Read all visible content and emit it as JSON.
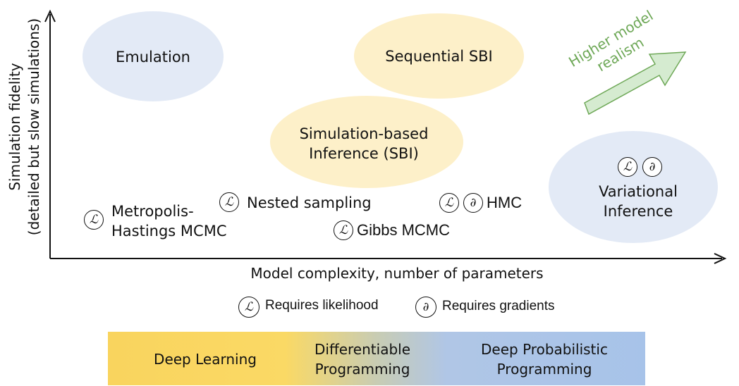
{
  "axes": {
    "y_title_line1": "Simulation fidelity",
    "y_title_line2": "(detailed but slow simulations)",
    "x_title": "Model complexity, number of parameters"
  },
  "methods": {
    "emulation": "Emulation",
    "sequential_sbi": "Sequential SBI",
    "sbi_line1": "Simulation-based",
    "sbi_line2": "Inference (SBI)",
    "vi_line1": "Variational",
    "vi_line2": "Inference",
    "mh_line1": "Metropolis-",
    "mh_line2": "Hastings MCMC",
    "nested": "Nested sampling",
    "hmc": "HMC",
    "gibbs": "Gibbs MCMC"
  },
  "symbols": {
    "likelihood": "ℒ",
    "gradient": "∂"
  },
  "arrow": {
    "line1": "Higher model",
    "line2": "realism",
    "color": "#6ea857",
    "fill": "#d5ebd0"
  },
  "legend": {
    "likelihood_text": "Requires likelihood",
    "gradient_text": "Requires gradients"
  },
  "paradigms": {
    "deep_learning": "Deep Learning",
    "diff_line1": "Differentiable",
    "diff_line2": "Programming",
    "dpp_line1": "Deep Probabilistic",
    "dpp_line2": "Programming"
  },
  "colors": {
    "blue_region": "#e3eaf6",
    "yellow_region": "#fdf0c9",
    "bar_yellow": "#f9d45e",
    "bar_blue": "#a7c3e9"
  }
}
